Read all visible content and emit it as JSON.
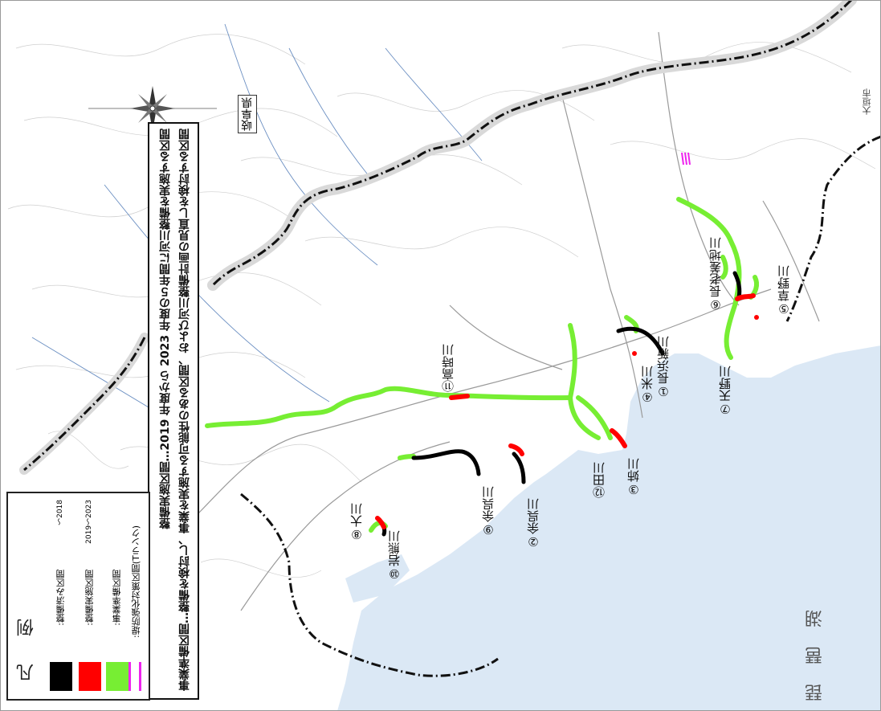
{
  "legend": {
    "title": "凡　例",
    "items": [
      {
        "label": ":整備済み区間",
        "years": "～2018",
        "color": "#000000"
      },
      {
        "label": ":整備実施区間",
        "years": "2019～2023",
        "color": "#ff0000"
      },
      {
        "label": ":事業準備区間",
        "years": "",
        "color": "#77ee33"
      },
      {
        "label": ":堤防強化対策区間(Tランク)",
        "years": "",
        "color": "#ee22ee"
      }
    ]
  },
  "notes": {
    "line1": "整備実施区間…2019 年度から 2023 年度の５年間に河川整備を実施する区間",
    "line2": "事業準備区間…整備を検討し、事業を実施する可能性のある区間、および河川整備計画の見直しを検討する区間"
  },
  "rivers": [
    {
      "label": "①長浜新川"
    },
    {
      "label": "②余呉川"
    },
    {
      "label": "③姉川"
    },
    {
      "label": "④米川"
    },
    {
      "label": "⑤草野川"
    },
    {
      "label": "⑥長老差地川"
    },
    {
      "label": "⑦天野川"
    },
    {
      "label": "⑧大川"
    },
    {
      "label": "⑨余呉川"
    },
    {
      "label": "⑩岩熊川"
    },
    {
      "label": "⑪高時川"
    },
    {
      "label": "⑫田川"
    }
  ],
  "map_labels": {
    "prefecture": "岐阜県",
    "lake": "琵琶湖",
    "city": "大垣市"
  },
  "colors": {
    "completed": "#000000",
    "implementing": "#ff0000",
    "preparation": "#77ee33",
    "levee": "#ee22ee",
    "water": "#dbe8f5",
    "boundary": "#111111",
    "boundary_halo": "#d9d9d9"
  }
}
